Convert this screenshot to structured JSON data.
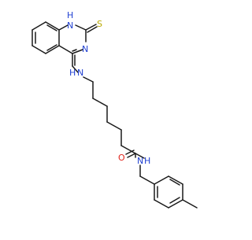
{
  "molecule": {
    "colors": {
      "bond": "#1a1a1a",
      "nitrogen": "#1f3fd1",
      "sulfur": "#b9a900",
      "oxygen": "#e0231b"
    },
    "labels": {
      "ring_nh": "H",
      "ring_n1": "N",
      "ring_n3": "N",
      "thione_s": "S",
      "amine_h": "H",
      "amine_n": "N",
      "carbonyl_o": "O",
      "amide_n": "N",
      "amide_h": "H"
    }
  }
}
